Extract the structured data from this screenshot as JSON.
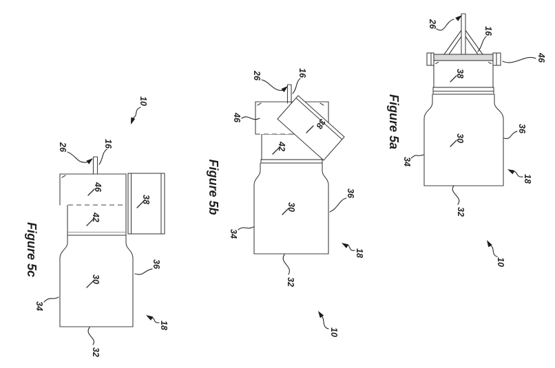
{
  "drawing": {
    "type": "patent-figure-sheet",
    "text_rotation_deg": 90,
    "stroke_color": "#3f3f3f",
    "plate_fill": "#d9d9d9",
    "background": "#ffffff"
  },
  "figures": [
    {
      "id": "5a",
      "title": "Figure 5a",
      "labels": {
        "n10": "10",
        "n16": "16",
        "n18": "18",
        "n26": "26",
        "n30": "30",
        "n32": "32",
        "n34": "34",
        "n36": "36",
        "n38": "38",
        "n46": "46"
      }
    },
    {
      "id": "5b",
      "title": "Figure 5b",
      "labels": {
        "n10": "10",
        "n16": "16",
        "n18": "18",
        "n26": "26",
        "n30": "30",
        "n32": "32",
        "n34": "34",
        "n36": "36",
        "n38": "38",
        "n42": "42",
        "n46": "46"
      }
    },
    {
      "id": "5c",
      "title": "Figure 5c",
      "labels": {
        "n10": "10",
        "n16": "16",
        "n18": "18",
        "n26": "26",
        "n30": "30",
        "n32": "32",
        "n34": "34",
        "n36": "36",
        "n38": "38",
        "n42": "42",
        "n46": "46"
      }
    }
  ]
}
